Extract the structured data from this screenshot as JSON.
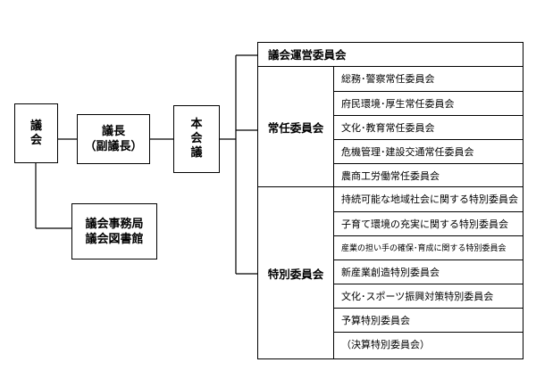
{
  "assembly": {
    "chars": [
      "議",
      "会"
    ]
  },
  "chair": {
    "line1": "議長",
    "line2": "（副議長）"
  },
  "plenary": {
    "chars": [
      "本",
      "会",
      "議"
    ]
  },
  "secretariat": {
    "line1": "議会事務局",
    "line2": "議会図書館"
  },
  "steering": {
    "label": "議会運営委員会"
  },
  "standing": {
    "label": "常任委員会",
    "items": [
      "総務･警察常任委員会",
      "府民環境･厚生常任委員会",
      "文化･教育常任委員会",
      "危機管理･建設交通常任委員会",
      "農商工労働常任委員会"
    ]
  },
  "special": {
    "label": "特別委員会",
    "items": [
      "持続可能な地域社会に関する特別委員会",
      "子育て環境の充実に関する特別委員会",
      "産業の担い手の確保･育成に関する特別委員会",
      "新産業創造特別委員会",
      "文化･スポーツ振興対策特別委員会",
      "予算特別委員会",
      "（決算特別委員会）"
    ]
  }
}
